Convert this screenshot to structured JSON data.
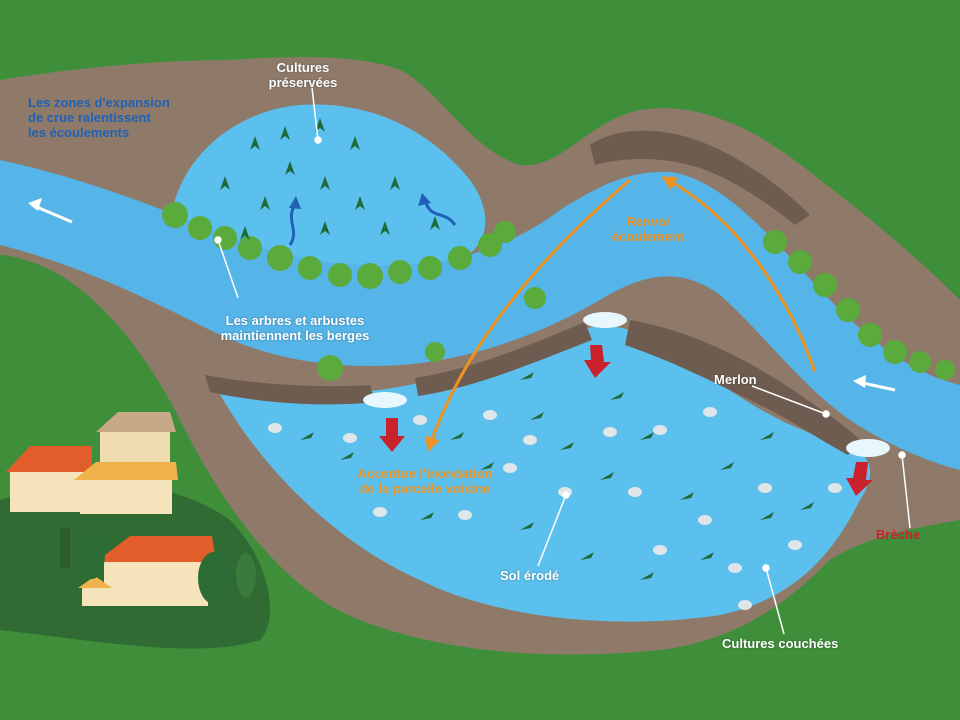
{
  "labels": {
    "cultures_preservees": [
      "Cultures",
      "préservées"
    ],
    "zones_expansion": [
      "Les zones d'expansion",
      "de crue ralentissent",
      "les écoulements"
    ],
    "arbres": [
      "Les arbres et arbustes",
      "maintiennent les berges"
    ],
    "renvoi": [
      "Renvoi",
      "écoulement"
    ],
    "merlon": "Merlon",
    "accentue": [
      "Accentue l'inondation",
      "de la parcelle voisine"
    ],
    "sol_erode": "Sol érodé",
    "breche": "Brèche",
    "cultures_couchees": "Cultures couchées"
  },
  "colors": {
    "grass": "#3f8f3a",
    "bank": "#8f7a6a",
    "water": "#57b7ea",
    "flood": "#5cc0ee",
    "levee": "#6e5c50",
    "label_blue": "#1f62b5",
    "label_orange": "#f0931e",
    "label_red": "#c9222c"
  }
}
